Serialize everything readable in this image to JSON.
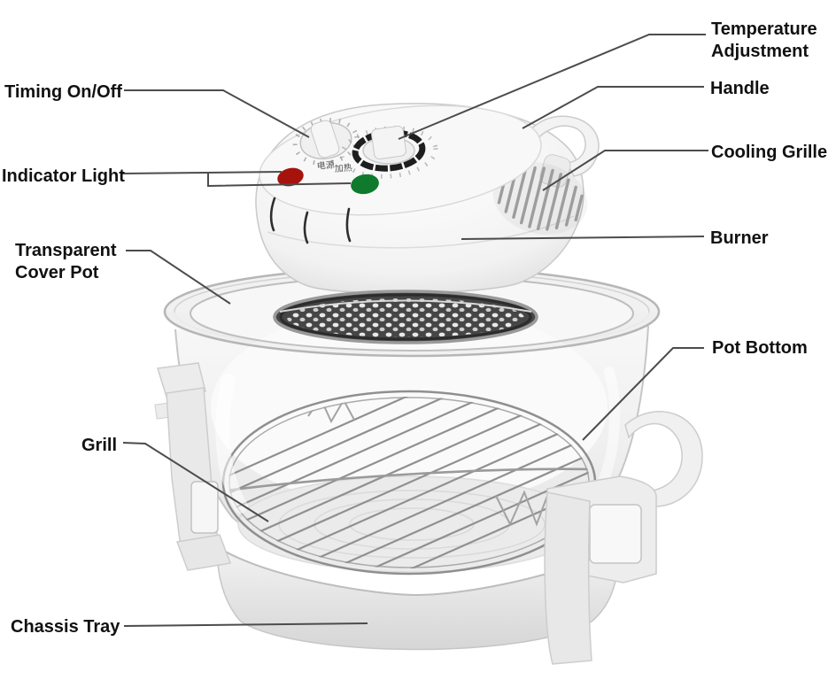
{
  "labels": {
    "temperature_adjustment": "Temperature\nAdjustment",
    "handle": "Handle",
    "cooling_grille": "Cooling Grille",
    "burner": "Burner",
    "pot_bottom": "Pot Bottom",
    "timing_on_off": "Timing On/Off",
    "indicator_light": "Indicator Light",
    "transparent_cover_pot": "Transparent\nCover Pot",
    "grill": "Grill",
    "chassis_tray": "Chassis Tray"
  },
  "control_panel": {
    "power_indicator_text": "电源",
    "heat_indicator_text": "加热"
  },
  "colors": {
    "background": "#ffffff",
    "label_text": "#111111",
    "leader_line": "#4c4c4c",
    "indicator_red": "#a6130d",
    "indicator_green": "#0f7a2c",
    "temperature_ring": "#1e1e1e"
  }
}
